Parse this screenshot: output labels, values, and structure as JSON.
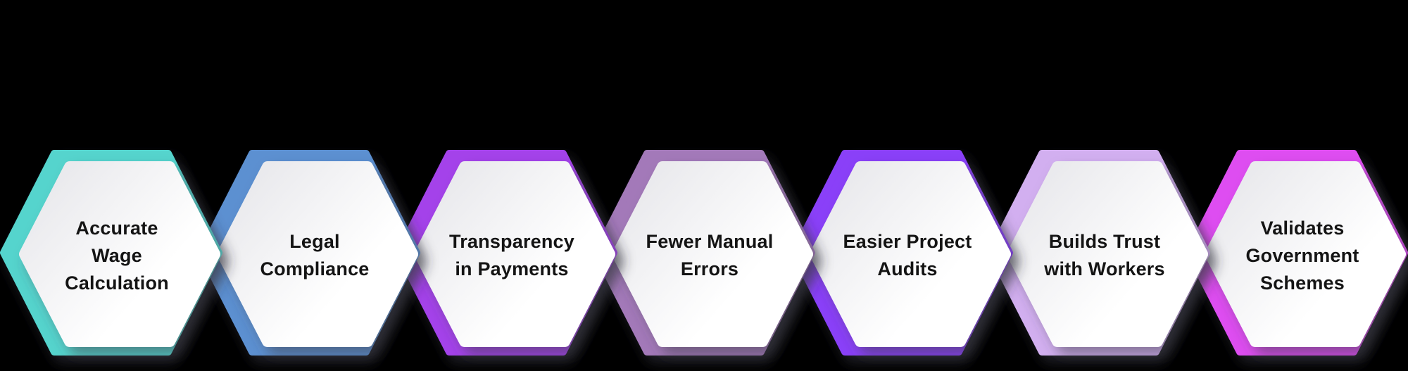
{
  "background_color": "#000000",
  "text_color": "#141414",
  "face_gradient": {
    "start": "#e6e6ea",
    "end": "#ffffff"
  },
  "shadow_color": "#3a3a46",
  "cards": [
    {
      "label": "Accurate Wage Calculation",
      "lines": [
        "Accurate",
        "Wage",
        "Calculation"
      ],
      "border_color": "#55d4cd"
    },
    {
      "label": "Legal Compliance",
      "lines": [
        "Legal",
        "Compliance"
      ],
      "border_color": "#5b90d1"
    },
    {
      "label": "Transparency in Payments",
      "lines": [
        "Transparency",
        "in Payments"
      ],
      "border_color": "#a443ea"
    },
    {
      "label": "Fewer Manual Errors",
      "lines": [
        "Fewer Manual",
        "Errors"
      ],
      "border_color": "#a379b9"
    },
    {
      "label": "Easier Project Audits",
      "lines": [
        "Easier Project",
        "Audits"
      ],
      "border_color": "#8a3ff8"
    },
    {
      "label": "Builds Trust with Workers",
      "lines": [
        "Builds Trust",
        "with Workers"
      ],
      "border_color": "#d2aff0"
    },
    {
      "label": "Validates Government Schemes",
      "lines": [
        "Validates",
        "Government",
        "Schemes"
      ],
      "border_color": "#de4ef1"
    }
  ]
}
